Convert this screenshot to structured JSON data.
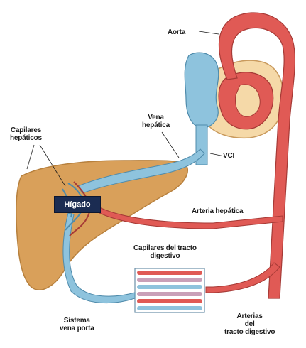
{
  "labels": {
    "aorta": "Aorta",
    "hepatic_vein_1": "Vena",
    "hepatic_vein_2": "hepática",
    "vci": "VCI",
    "hepatic_capillaries_1": "Capilares",
    "hepatic_capillaries_2": "hepáticos",
    "liver": "Hígado",
    "hepatic_artery": "Arteria hepática",
    "gi_capillaries_1": "Capilares del tracto",
    "gi_capillaries_2": "digestivo",
    "portal_system_1": "Sistema",
    "portal_system_2": "vena porta",
    "gi_arteries_1": "Arterias",
    "gi_arteries_2": "del",
    "gi_arteries_3": "tracto digestivo"
  },
  "colors": {
    "artery": "#e05a55",
    "vein": "#8ec3dd",
    "liver": "#d9a05a",
    "heart_outer": "#f5d9a8",
    "label_box": "#1b2c52"
  }
}
